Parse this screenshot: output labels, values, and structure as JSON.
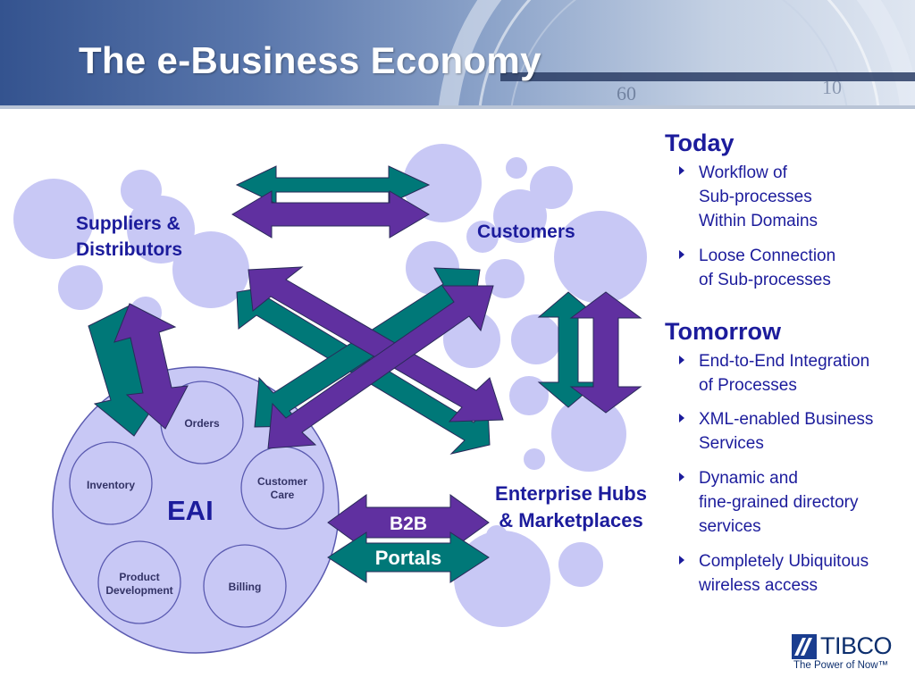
{
  "slide": {
    "title": "The e-Business Economy"
  },
  "diagram": {
    "suppliers_label": [
      "Suppliers &",
      "Distributors"
    ],
    "customers_label": "Customers",
    "hubs_label": [
      "Enterprise Hubs",
      "& Marketplaces"
    ],
    "eai_label": "EAI",
    "eai_modules": {
      "orders": [
        "Orders"
      ],
      "inventory": [
        "Inventory"
      ],
      "customer_care": [
        "Customer",
        "Care"
      ],
      "product_development": [
        "Product",
        "Development"
      ],
      "billing": [
        "Billing"
      ]
    },
    "b2b_label": "B2B",
    "portals_label": "Portals"
  },
  "today": {
    "heading": "Today",
    "bullets": [
      [
        "Workflow of",
        "Sub-processes",
        "Within Domains"
      ],
      [
        "Loose Connection",
        "of Sub-processes"
      ]
    ]
  },
  "tomorrow": {
    "heading": "Tomorrow",
    "bullets": [
      [
        "End-to-End Integration",
        "of Processes"
      ],
      [
        "XML-enabled Business",
        "Services"
      ],
      [
        "Dynamic and",
        "fine-grained directory",
        "services"
      ],
      [
        "Completely Ubiquitous",
        "wireless access"
      ]
    ]
  },
  "logo": {
    "name": "TIBCO",
    "tagline": "The Power of Now™"
  },
  "colors": {
    "header": "#3d5a94",
    "bubble": "#c8c8f5",
    "teal_arrow": "#007878",
    "purple_arrow": "#6030a0",
    "text": "#1c1c9c"
  }
}
